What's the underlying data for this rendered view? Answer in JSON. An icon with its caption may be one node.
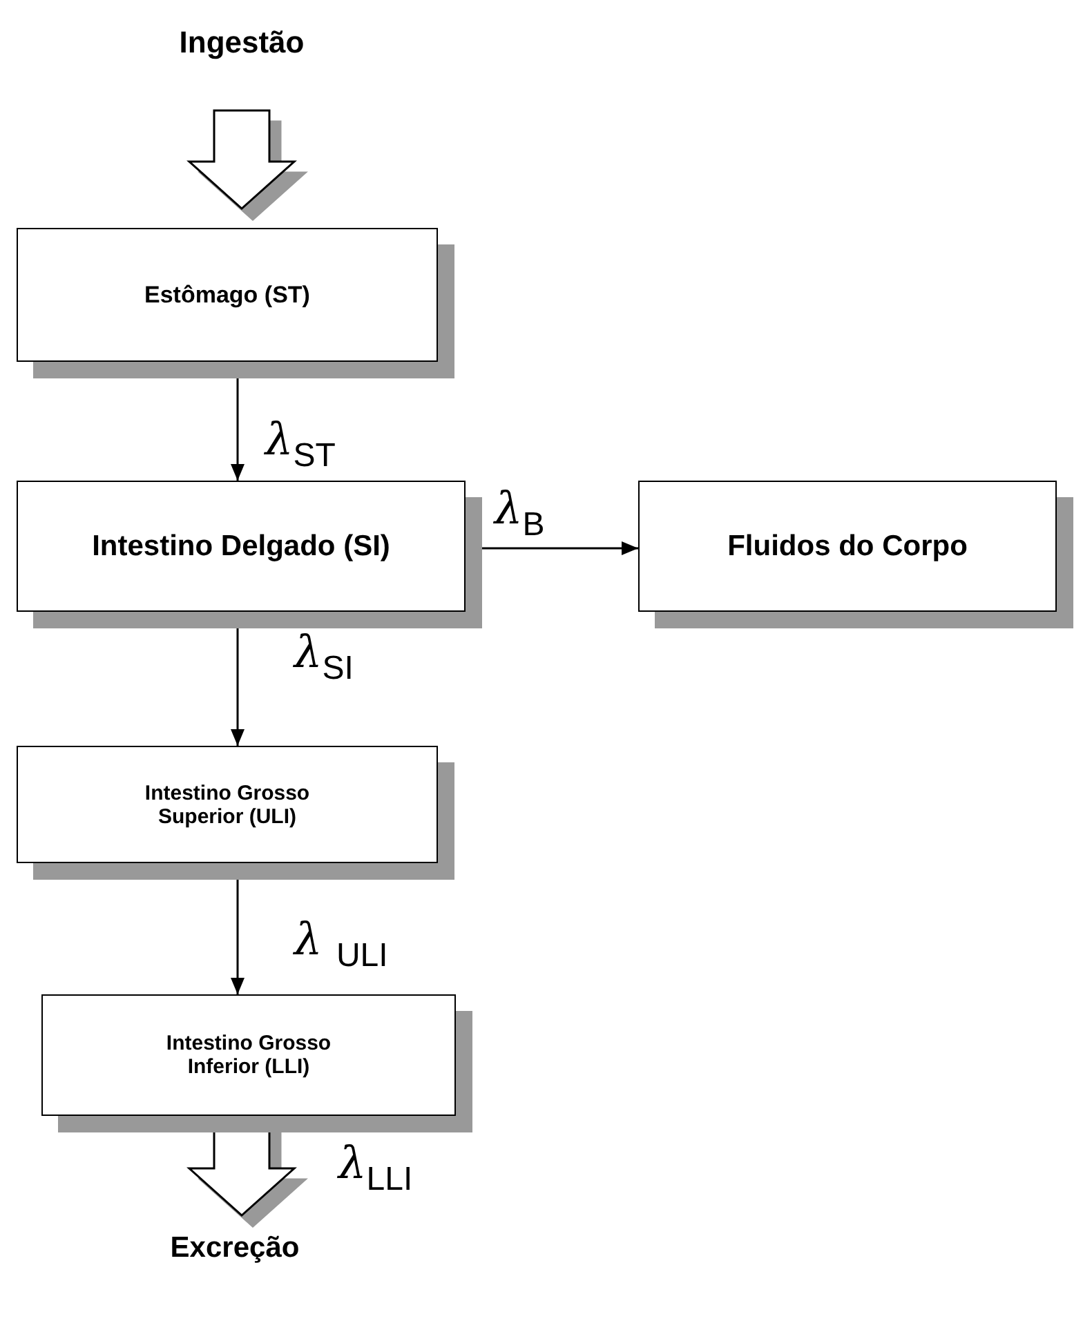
{
  "diagram": {
    "nodes": [
      {
        "text": [
          "Ingestão"
        ]
      },
      {
        "text": [
          "Estômago (ST)"
        ]
      },
      {
        "text": [
          "Intestino Delgado (SI)"
        ]
      },
      {
        "text": [
          "Fluidos do Corpo"
        ]
      },
      {
        "text": [
          "Intestino Grosso Superior (ULI)"
        ]
      },
      {
        "text": [
          "Intestino Grosso Inferior (LLI)"
        ]
      },
      {
        "text": [
          "Excreção"
        ]
      }
    ],
    "edges": [
      {
        "from": 0,
        "to": 1,
        "arrow": "to",
        "style": "thick"
      },
      {
        "from": 1,
        "to": 2,
        "arrow": "to",
        "label": "λ$_{ST}$"
      },
      {
        "from": 2,
        "to": 3,
        "arrow": "to",
        "label": "λ$_{B}$"
      },
      {
        "from": 2,
        "to": 4,
        "arrow": "to",
        "label": "λ$_{SI}$"
      },
      {
        "from": 4,
        "to": 5,
        "arrow": "to",
        "label": "λ  $_{ULI}$"
      },
      {
        "from": 5,
        "to": 6,
        "arrow": "to",
        "label": "λ$_{LLI}$",
        "style": "thick"
      }
    ]
  }
}
